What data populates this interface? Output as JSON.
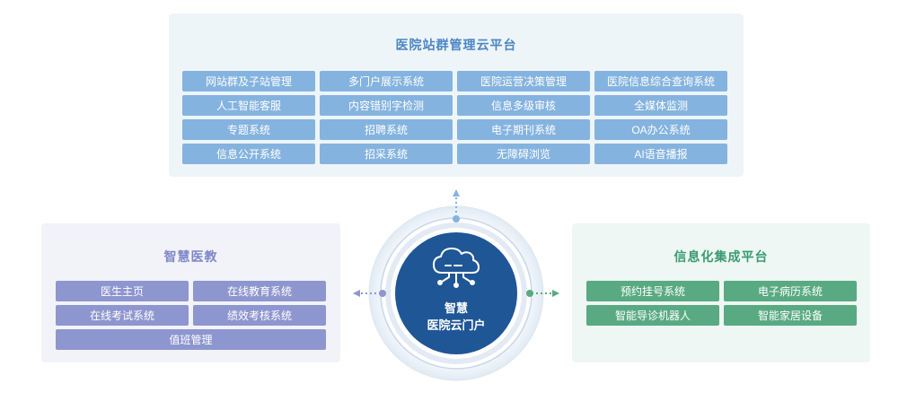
{
  "top_panel": {
    "title": "医院站群管理云平台",
    "items": [
      "网站群及子站管理",
      "多门户展示系统",
      "医院运营决策管理",
      "医院信息综合查询系统",
      "人工智能客服",
      "内容错别字检测",
      "信息多级审核",
      "全媒体监测",
      "专题系统",
      "招聘系统",
      "电子期刊系统",
      "OA办公系统",
      "信息公开系统",
      "招采系统",
      "无障碍浏览",
      "AI语音播报"
    ]
  },
  "left_panel": {
    "title": "智慧医教",
    "items": [
      "医生主页",
      "在线教育系统",
      "在线考试系统",
      "绩效考核系统",
      "值班管理"
    ]
  },
  "right_panel": {
    "title": "信息化集成平台",
    "items": [
      "预约挂号系统",
      "电子病历系统",
      "智能导诊机器人",
      "智能家居设备"
    ]
  },
  "hub": {
    "line1": "智慧",
    "line2": "医院云门户",
    "icon": "cloud-network-icon"
  },
  "colors": {
    "top_accent": "#84b3df",
    "left_accent": "#8e96cf",
    "right_accent": "#59aa82",
    "hub_fill": "#1f5696"
  }
}
